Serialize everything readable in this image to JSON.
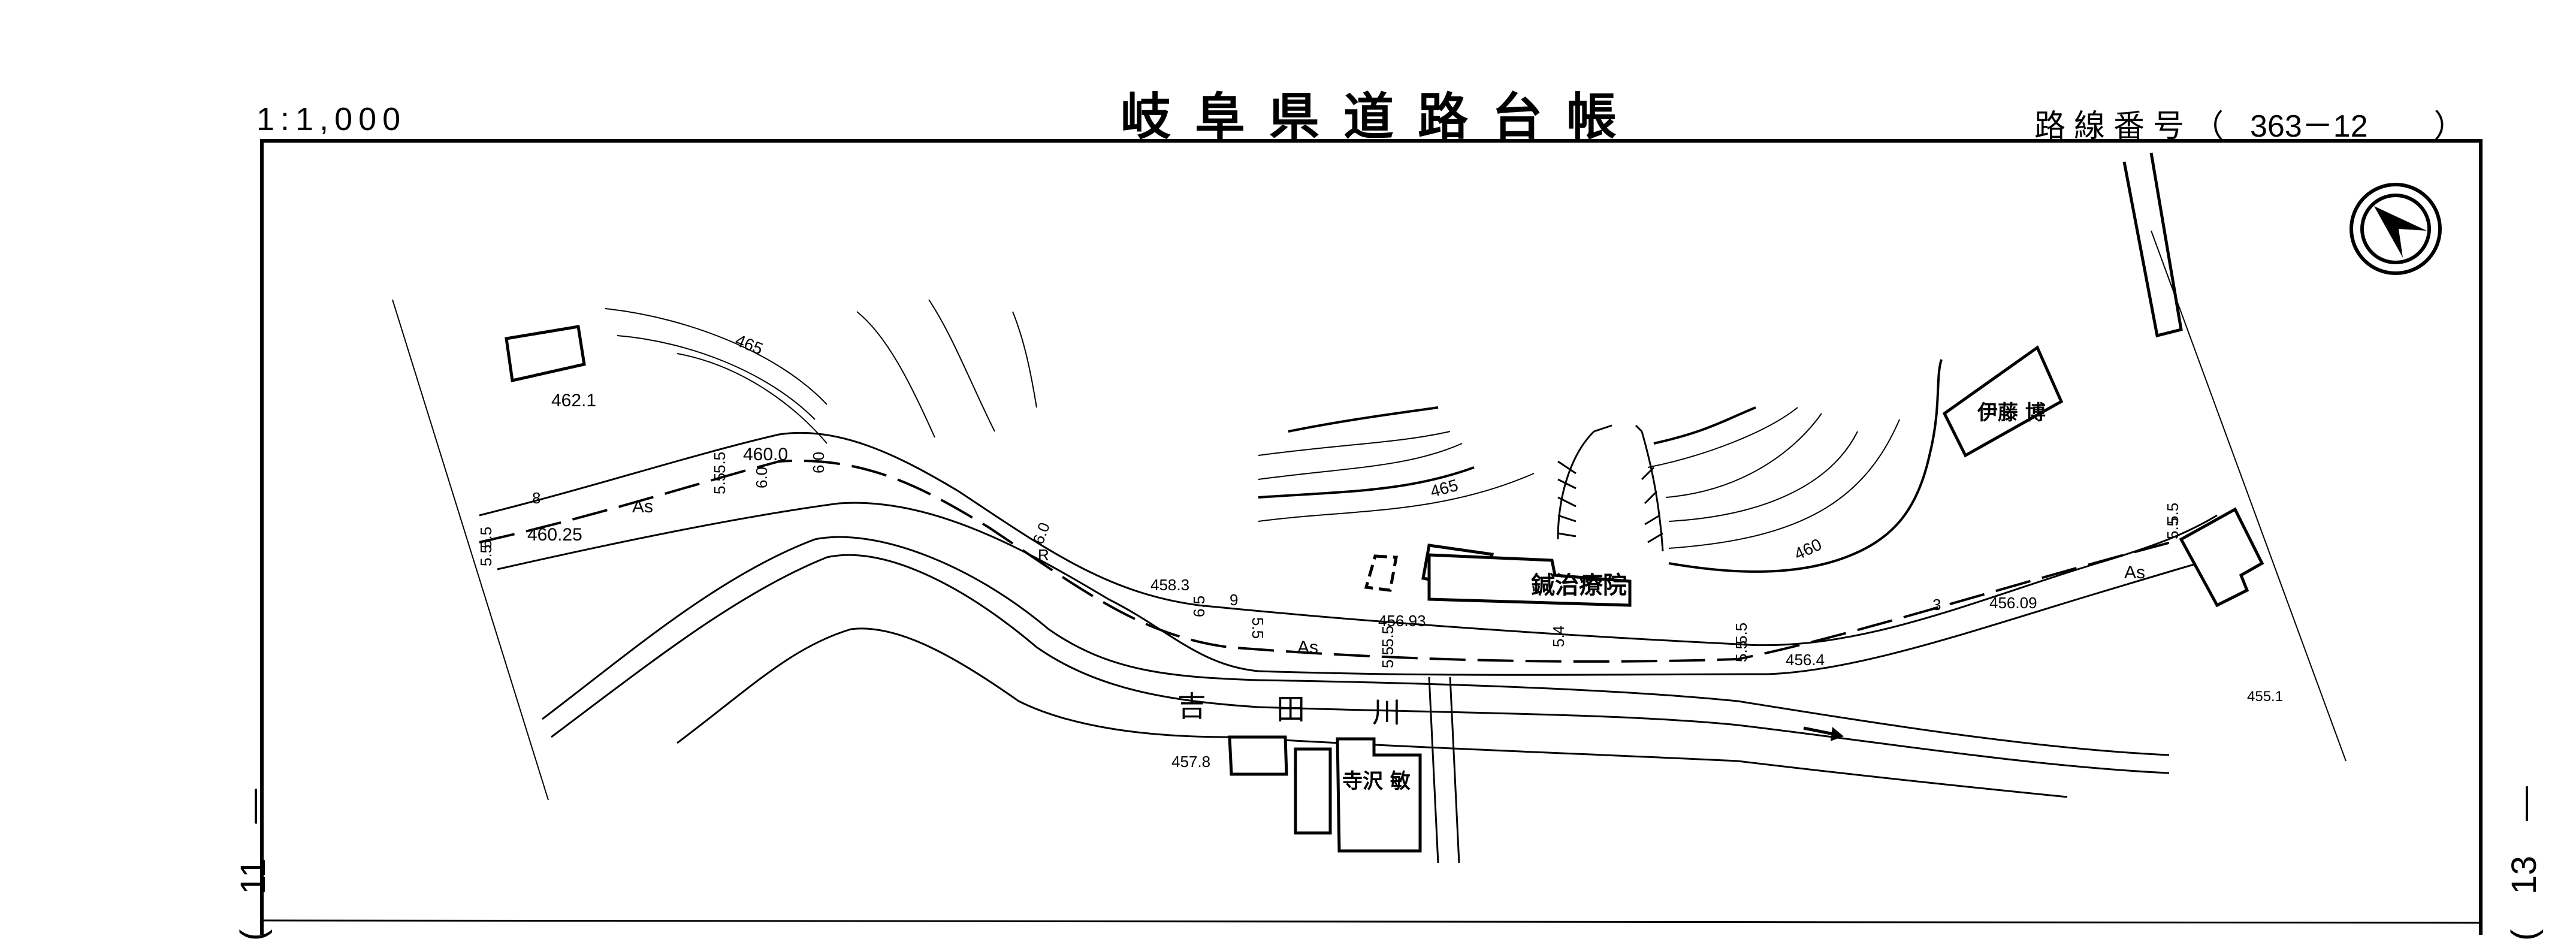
{
  "header": {
    "scale": "1:1,000",
    "title": "岐阜県道路台帳",
    "route_label": "路線番号（",
    "route_number": "363－12",
    "route_close": "）"
  },
  "sheet_refs": {
    "previous": "(　11　—",
    "next": "(　13　—"
  },
  "map": {
    "north_arrow": "north-arrow-icon",
    "buildings": [
      {
        "label": "鍼治療院"
      },
      {
        "label": "伊藤 博"
      },
      {
        "label": "寺沢 敏"
      }
    ],
    "river_label": [
      "吉",
      "田",
      "川"
    ],
    "elevation_points": [
      "462.1",
      "460.25",
      "460.0",
      "458.3",
      "456.93",
      "456.4",
      "456.09",
      "455.1",
      "457.8"
    ],
    "contour_labels": [
      "465",
      "465",
      "460"
    ],
    "pavement_labels": [
      "As",
      "As",
      "As"
    ],
    "road_widths": [
      "5.5",
      "5.5",
      "8",
      "5.5",
      "5.5",
      "6.0",
      "6.0",
      "6.0",
      "R",
      "6.5",
      "9",
      "5.5",
      "5.5",
      "5.5",
      "5.4",
      "5.5",
      "5.5",
      "5.5",
      "5.5",
      "3"
    ]
  }
}
